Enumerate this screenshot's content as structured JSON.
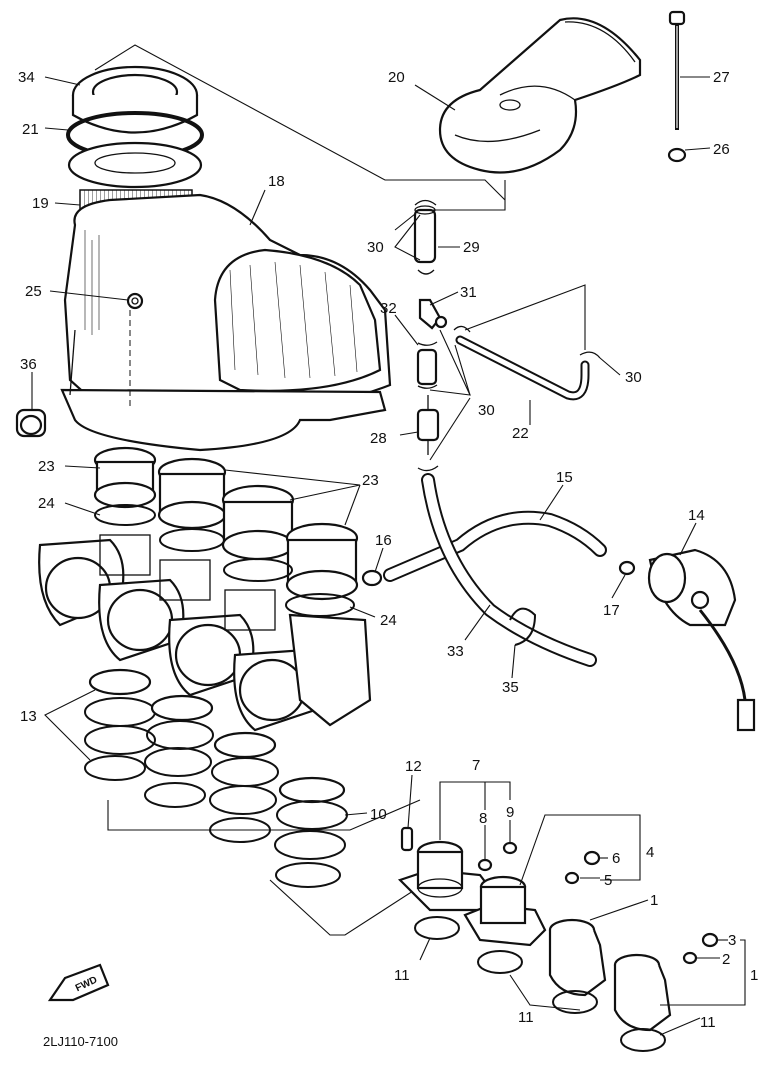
{
  "labels": {
    "l34": "34",
    "l21": "21",
    "l19": "19",
    "l18": "18",
    "l20": "20",
    "l27": "27",
    "l26": "26",
    "l25": "25",
    "l36": "36",
    "l30a": "30",
    "l29": "29",
    "l31": "31",
    "l32": "32",
    "l30b": "30",
    "l30c": "30",
    "l22": "22",
    "l28": "28",
    "l23a": "23",
    "l23b": "23",
    "l24a": "24",
    "l24b": "24",
    "l16": "16",
    "l15": "15",
    "l14": "14",
    "l17": "17",
    "l33": "33",
    "l35": "35",
    "l13": "13",
    "l10": "10",
    "l12": "12",
    "l7": "7",
    "l8": "8",
    "l9": "9",
    "l6": "6",
    "l4": "4",
    "l5": "5",
    "l1a": "1",
    "l3": "3",
    "l2": "2",
    "l1b": "1",
    "l11a": "11",
    "l11b": "11",
    "l11c": "11"
  },
  "fwd_marker": "FWD",
  "diagram_code": "2LJ110-7100"
}
